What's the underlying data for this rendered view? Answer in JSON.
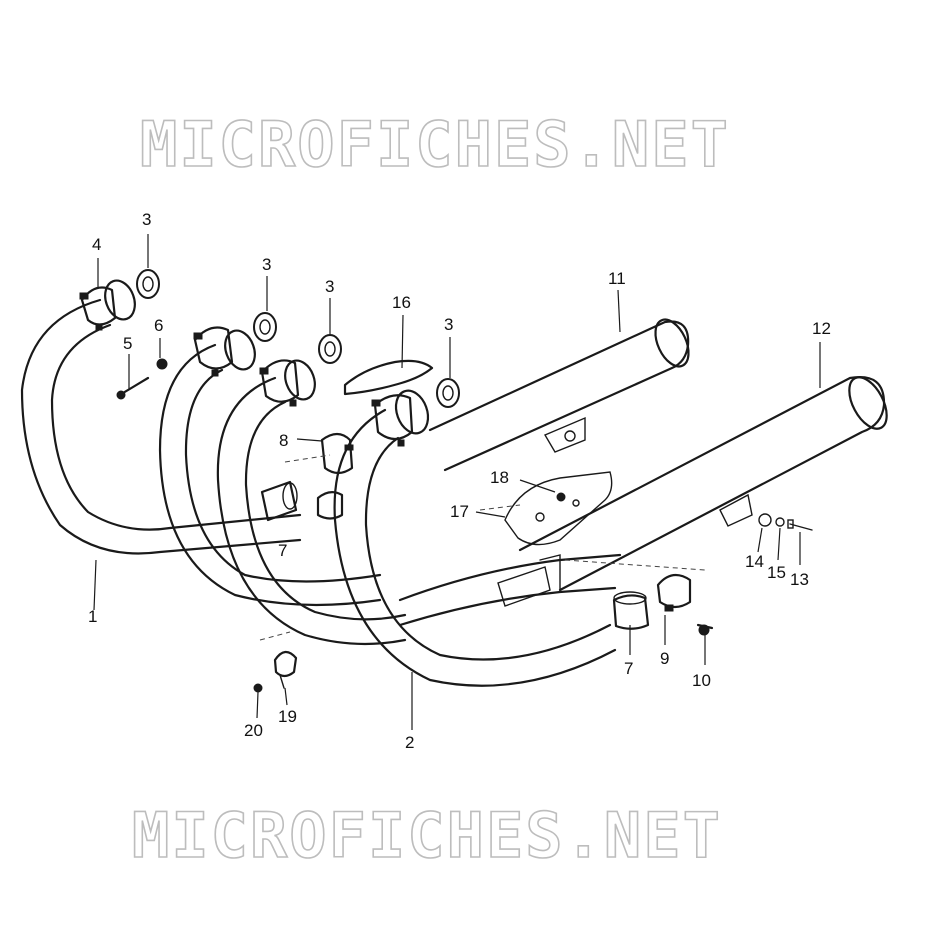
{
  "watermark": {
    "text": "MICROFICHES.NET"
  },
  "callouts": {
    "c1": "1",
    "c2": "2",
    "c3a": "3",
    "c3b": "3",
    "c3c": "3",
    "c3d": "3",
    "c4": "4",
    "c5": "5",
    "c6": "6",
    "c7a": "7",
    "c7b": "7",
    "c8": "8",
    "c9": "9",
    "c10": "10",
    "c11": "11",
    "c12": "12",
    "c13": "13",
    "c14": "14",
    "c15": "15",
    "c16": "16",
    "c17": "17",
    "c18": "18",
    "c19": "19",
    "c20": "20"
  }
}
